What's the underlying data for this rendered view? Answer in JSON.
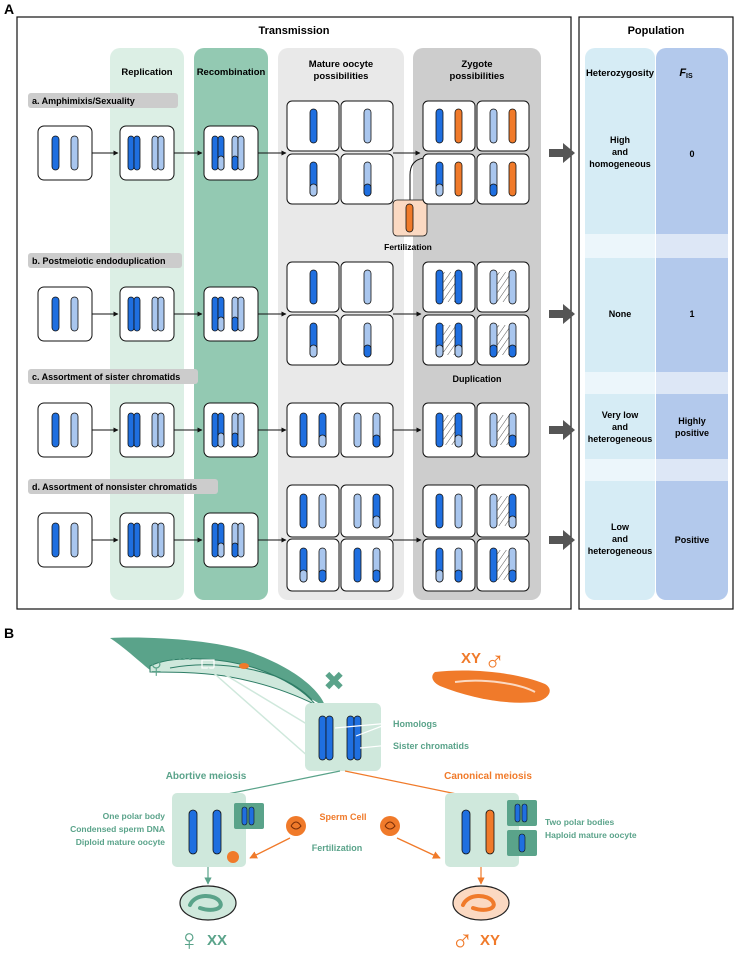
{
  "panel_a": {
    "panel_letter": "A",
    "transmission_title": "Transmission",
    "population_title": "Population",
    "columns": {
      "replication": "Replication",
      "recombination": "Recombination",
      "mature_oocyte_line1": "Mature oocyte",
      "mature_oocyte_line2": "possibilities",
      "zygote_line1": "Zygote",
      "zygote_line2": "possibilities"
    },
    "population_headers": {
      "heterozygosity": "Heterozygosity",
      "fis_main": "F",
      "fis_sub": "IS"
    },
    "rows": [
      {
        "label": "a. Amphimixis/Sexuality",
        "heterozygosity": [
          "High",
          "and",
          "homogeneous"
        ],
        "fis": [
          "0"
        ]
      },
      {
        "label": "b.  Postmeiotic endoduplication",
        "heterozygosity": [
          "None"
        ],
        "fis": [
          "1"
        ]
      },
      {
        "label": "c. Assortment of sister chromatids",
        "heterozygosity": [
          "Very low",
          "and",
          "heterogeneous"
        ],
        "fis": [
          "Highly",
          "positive"
        ]
      },
      {
        "label": "d. Assortment of nonsister chromatids",
        "heterozygosity": [
          "Low",
          "and",
          "heterogeneous"
        ],
        "fis": [
          "Positive"
        ]
      }
    ],
    "fertilization_label": "Fertilization",
    "duplication_label": "Duplication"
  },
  "panel_b": {
    "panel_letter": "B",
    "female_symbol": "♀",
    "male_symbol": "♂",
    "female_karyotype": "XX",
    "male_karyotype": "XY",
    "cross_symbol": "✖",
    "homologs_label": "Homologs",
    "sister_chromatids_label": "Sister chromatids",
    "abortive_meiosis": "Abortive meiosis",
    "canonical_meiosis": "Canonical meiosis",
    "left_notes": [
      "One polar body",
      "Condensed sperm DNA",
      "Diploid mature oocyte"
    ],
    "right_notes": [
      "Two polar bodies",
      "Haploid mature oocyte"
    ],
    "sperm_cell": "Sperm Cell",
    "fertilization": "Fertilization",
    "offspring_left": "XX",
    "offspring_right": "XY"
  },
  "colors": {
    "dark_blue": "#1f6fe0",
    "light_blue": "#a9c6ee",
    "orange": "#f07a2a",
    "teal": "#5aa38a",
    "replication_bg": "#dcefe5",
    "recombination_bg": "#93c9b2",
    "oocyte_bg": "#e9e9e9",
    "zygote_bg": "#cdcdcd",
    "heterozygosity_bg": "#d6ecf5",
    "fis_bg": "#b3c9ec"
  }
}
